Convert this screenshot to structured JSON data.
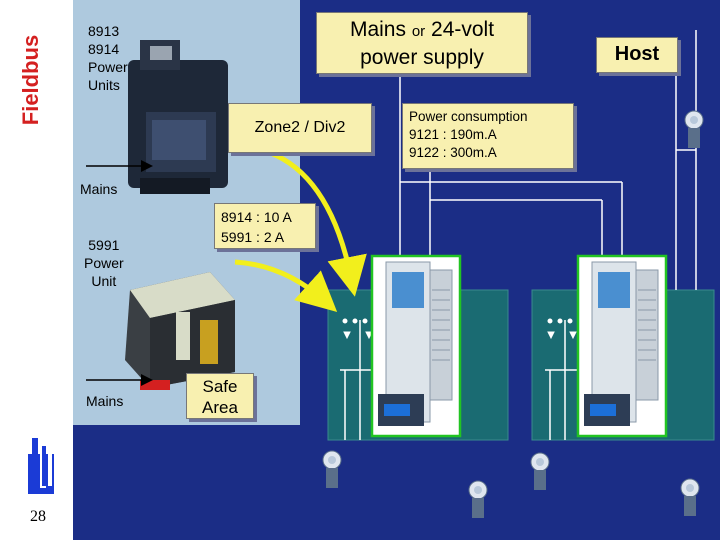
{
  "sidebar": {
    "label": "Fieldbus",
    "page_number": "28"
  },
  "power_units": {
    "top_label": "8913\n8914\nPower\nUnits",
    "mains_top": "Mains",
    "bottom_label": "5991\nPower\nUnit",
    "mains_bottom": "Mains"
  },
  "callouts": {
    "mains_or_24v_line1": "Mains",
    "mains_or_24v_or": "or",
    "mains_or_24v_24volt": "24-volt",
    "mains_or_24v_line2": "power supply",
    "host": "Host",
    "zone": "Zone2 / Div2",
    "power_consumption": "Power consumption",
    "power_9121": "9121 : 190m.A",
    "power_9122": "9122 : 300m.A",
    "current_8914": "8914 : 10 A",
    "current_5991": "5991 : 2 A",
    "safe_line1": "Safe",
    "safe_line2": "Area"
  },
  "colors": {
    "background": "#1b2d86",
    "callout": "#f8f0b0",
    "segment_teal": "#1a6b72",
    "module_border": "#22c422",
    "arrow_yellow": "#f2ef1c",
    "fieldbus_red": "#d42020"
  }
}
